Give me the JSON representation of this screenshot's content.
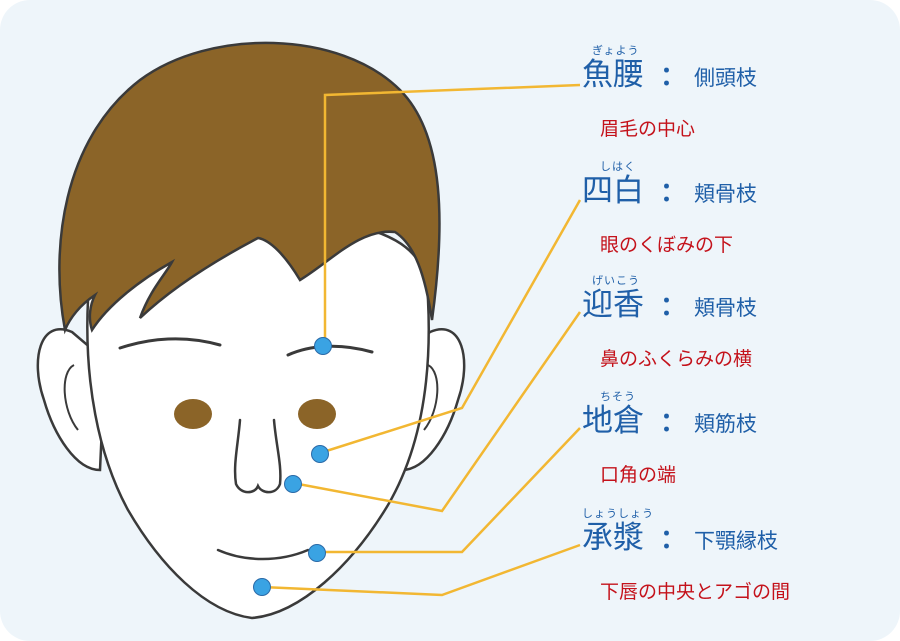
{
  "points": [
    {
      "ruby": "ぎょよう",
      "name": "魚腰",
      "branch": "側頭枝",
      "desc": "眉毛の中心"
    },
    {
      "ruby": "しはく",
      "name": "四白",
      "branch": "頬骨枝",
      "desc": "眼のくぼみの下"
    },
    {
      "ruby": "げいこう",
      "name": "迎香",
      "branch": "頬骨枝",
      "desc": "鼻のふくらみの横"
    },
    {
      "ruby": "ちそう",
      "name": "地倉",
      "branch": "頬筋枝",
      "desc": "口角の端"
    },
    {
      "ruby": "しょうしょう",
      "name": "承漿",
      "branch": "下顎縁枝",
      "desc": "下唇の中央とアゴの間"
    }
  ],
  "colors": {
    "background": "#eef5fa",
    "hair": "#8b6428",
    "eye": "#8b6428",
    "line": "#f2b732",
    "point": "#3aa3e3",
    "name_text": "#1f5fa8",
    "desc_text": "#c4121b"
  },
  "colon": "："
}
